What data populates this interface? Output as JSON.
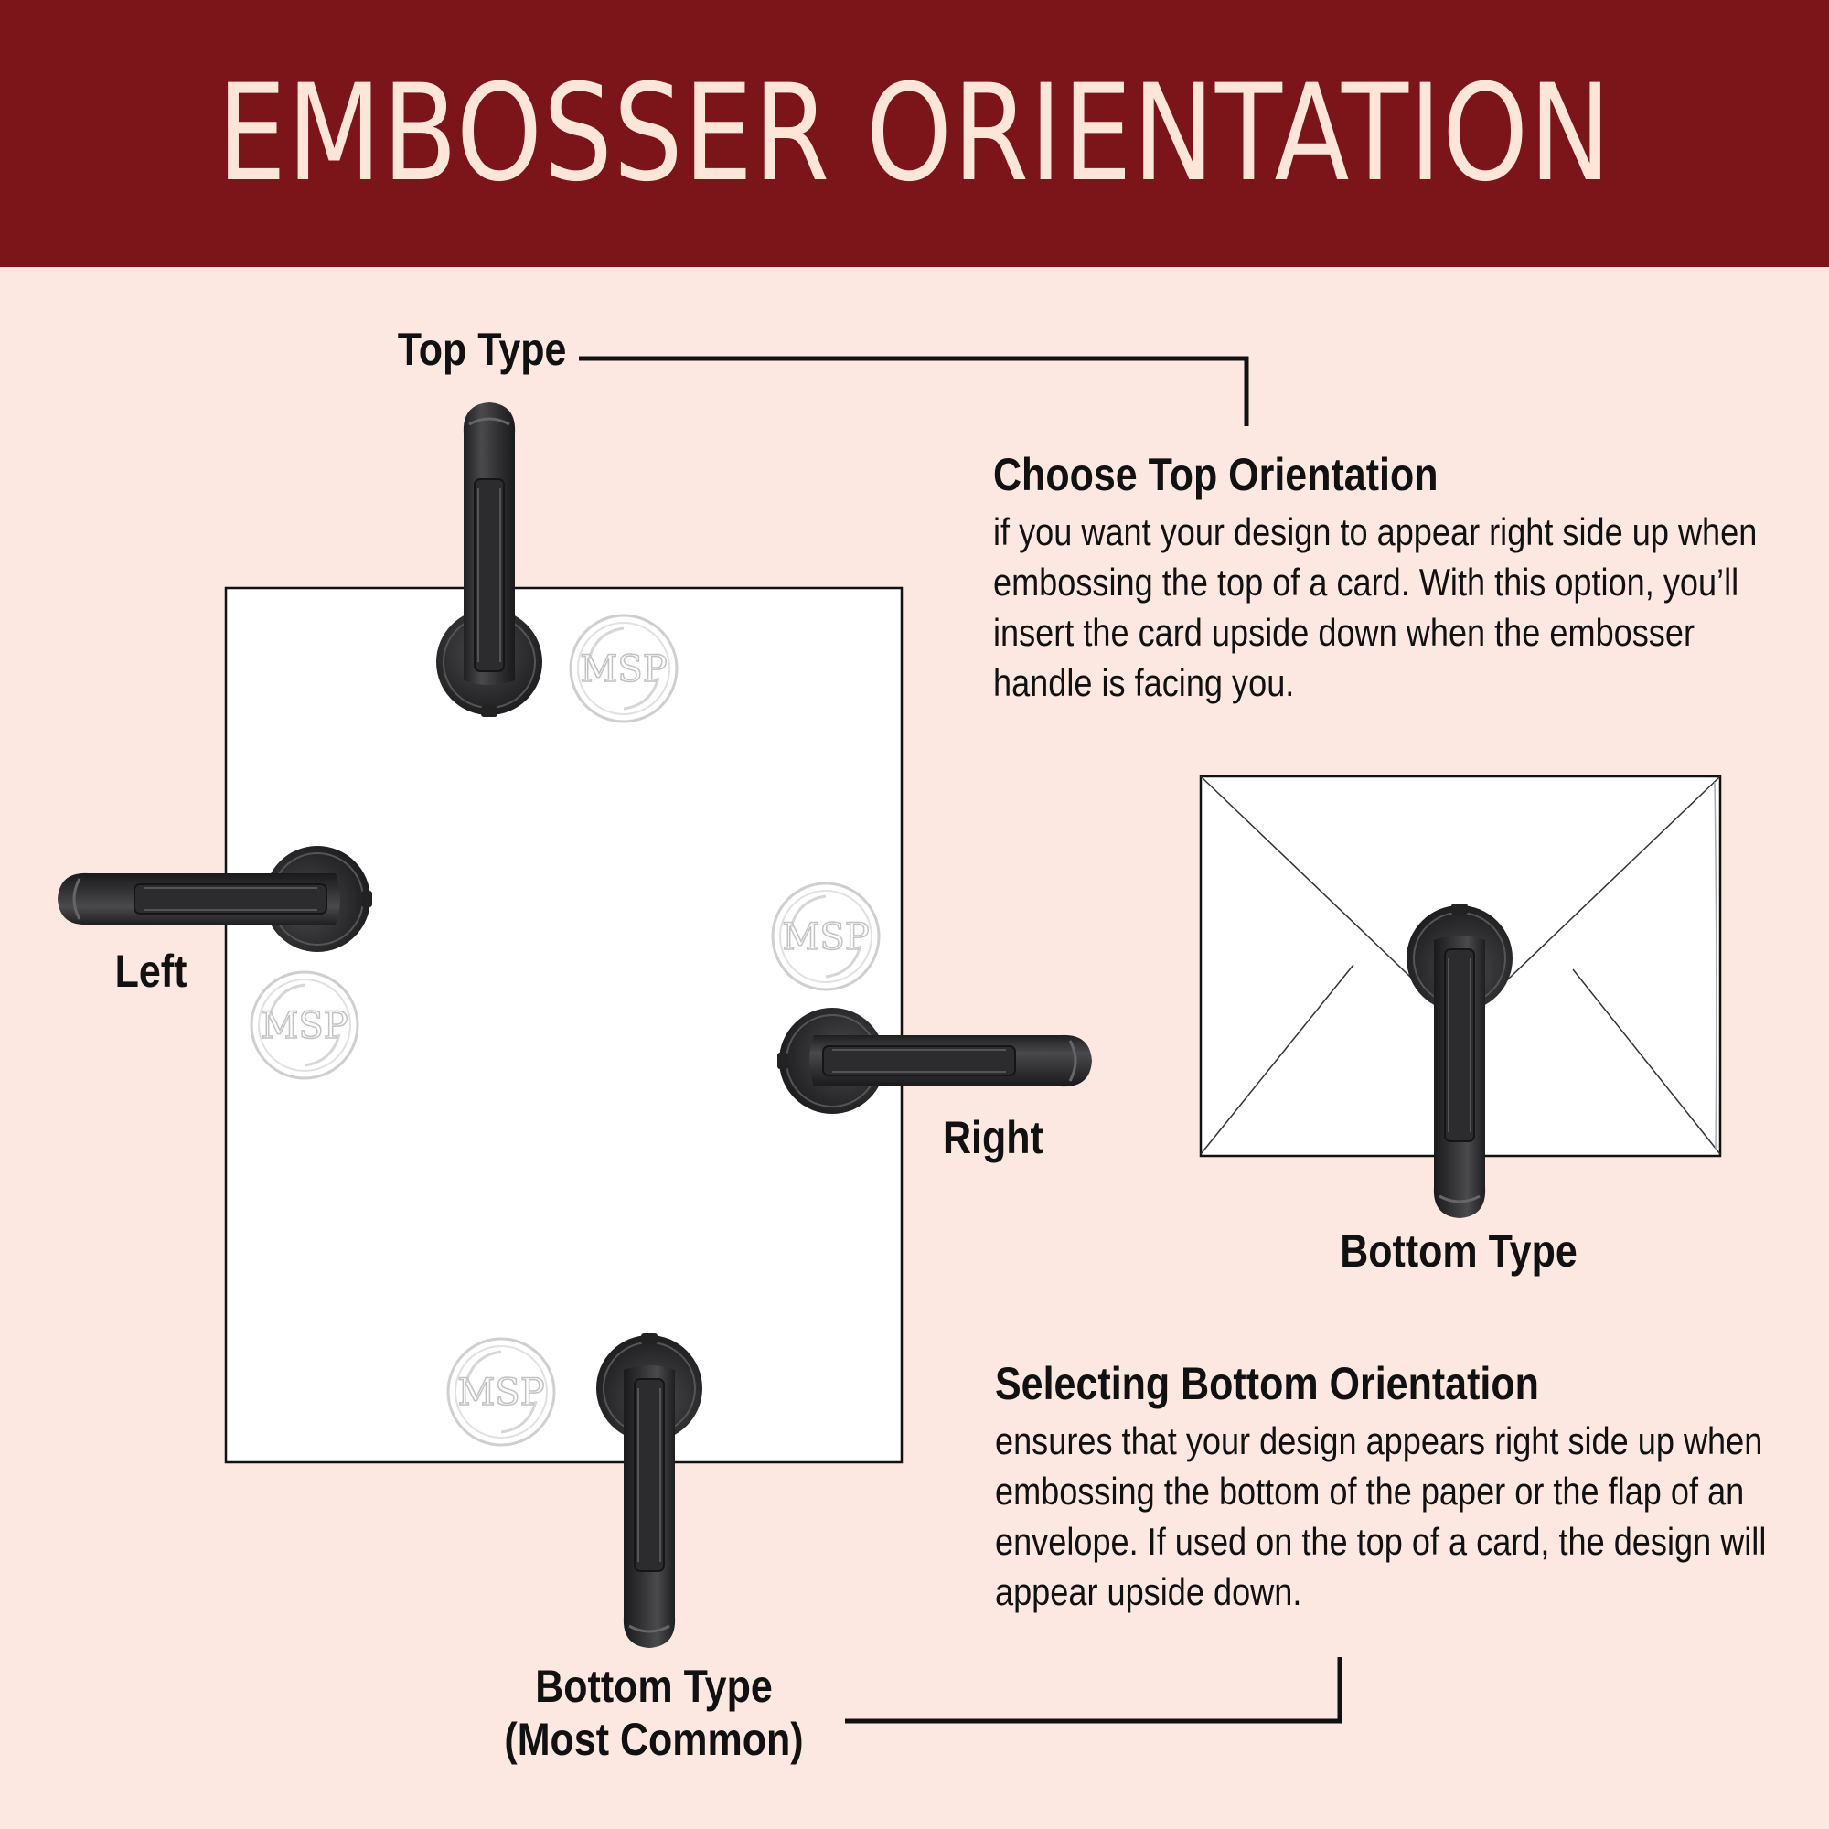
{
  "title": "EMBOSSER ORIENTATION",
  "labels": {
    "top_type": "Top Type",
    "left": "Left",
    "right": "Right",
    "bottom_type_envelope": "Bottom Type",
    "bottom_type_common_line1": "Bottom Type",
    "bottom_type_common_line2": "(Most Common)"
  },
  "top_block": {
    "heading": "Choose Top Orientation",
    "body": "if you want your design to appear right side up when embossing the top of a card. With this option, you’ll insert the card upside down when the embosser handle is facing you."
  },
  "bottom_block": {
    "heading": "Selecting Bottom Orientation",
    "body": "ensures that your design appears right side up when embossing the bottom of the paper or the flap of an envelope. If used on the top of a card, the design will appear upside down."
  },
  "seal_text": "MSP",
  "colors": {
    "header_bg": "#7b1519",
    "header_text": "#fde6d8",
    "page_bg": "#fce8e0",
    "embosser": "#2b2b2d",
    "embosser_highlight": "#4a4a4d"
  },
  "icons": [
    "embosser-icon",
    "seal-icon",
    "envelope-icon"
  ]
}
